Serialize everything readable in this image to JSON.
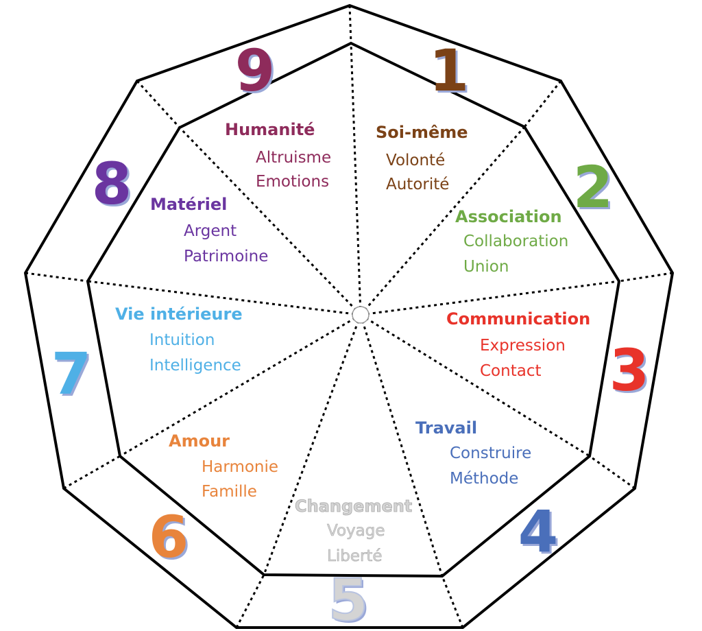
{
  "sectors": [
    {
      "number": "9",
      "title": "Humanité",
      "lines": [
        "Altruisme",
        "Emotions"
      ],
      "color": "#8e2b5b"
    },
    {
      "number": "1",
      "title": "Soi-même",
      "lines": [
        "Volonté",
        "Autorité"
      ],
      "color": "#7b4217"
    },
    {
      "number": "2",
      "title": "Association",
      "lines": [
        "Collaboration",
        "Union"
      ],
      "color": "#6faa46"
    },
    {
      "number": "3",
      "title": "Communication",
      "lines": [
        "Expression",
        "Contact"
      ],
      "color": "#e8332a"
    },
    {
      "number": "4",
      "title": "Travail",
      "lines": [
        "Construire",
        "Méthode"
      ],
      "color": "#4a6fba"
    },
    {
      "number": "5",
      "title": "Changement",
      "lines": [
        "Voyage",
        "Liberté"
      ],
      "color": "#d4d4d4"
    },
    {
      "number": "6",
      "title": "Amour",
      "lines": [
        "Harmonie",
        "Famille"
      ],
      "color": "#e8843c"
    },
    {
      "number": "7",
      "title": "Vie intérieure",
      "lines": [
        "Intuition",
        "Intelligence"
      ],
      "color": "#4fb0e6"
    },
    {
      "number": "8",
      "title": "Matériel",
      "lines": [
        "Argent",
        "Patrimoine"
      ],
      "color": "#6a35a0"
    }
  ],
  "shadow_color": "#9aa8d8"
}
